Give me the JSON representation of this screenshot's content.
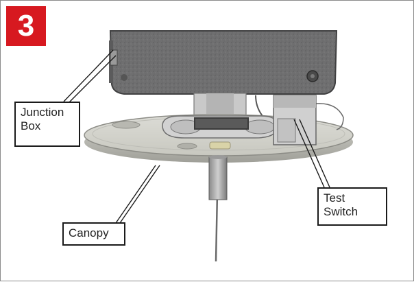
{
  "step": {
    "number": "3"
  },
  "colors": {
    "badge": "#d71920",
    "junction_box": "#6f6f70",
    "canopy": "#d3d3cc",
    "leader_lines": "#1a1a1a"
  },
  "labels": {
    "junction_box": [
      "Junction",
      "Box"
    ],
    "test_switch": [
      "Test",
      "Switch"
    ],
    "canopy": "Canopy"
  }
}
